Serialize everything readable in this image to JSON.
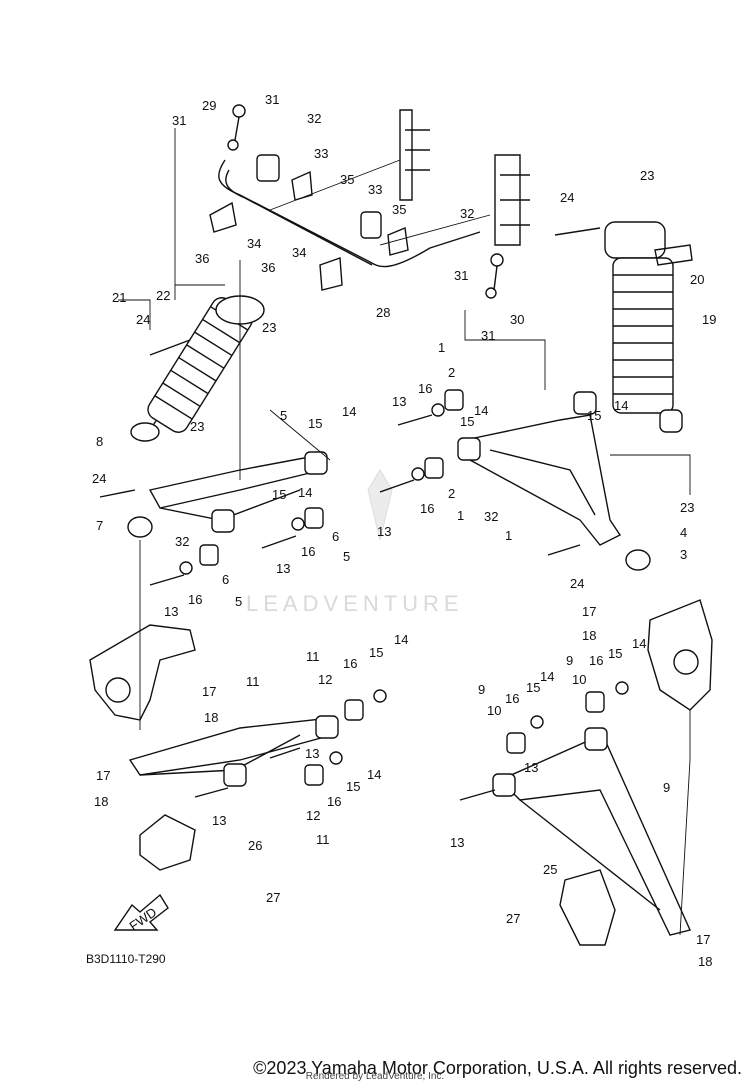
{
  "diagram_code": "B3D1110-T290",
  "copyright": "©2023 Yamaha Motor Corporation, U.S.A. All rights reserved.",
  "rendered_by": "Rendered by LeadVenture, Inc.",
  "watermark": "LEADVENTURE",
  "fwd_label": "FWD",
  "callouts": {
    "c1a": "1",
    "c1b": "1",
    "c1c": "1",
    "c2a": "2",
    "c2b": "2",
    "c3": "3",
    "c4": "4",
    "c5a": "5",
    "c5b": "5",
    "c5c": "5",
    "c6a": "6",
    "c6b": "6",
    "c7": "7",
    "c8": "8",
    "c9a": "9",
    "c9b": "9",
    "c9c": "9",
    "c10a": "10",
    "c10b": "10",
    "c11a": "11",
    "c11b": "11",
    "c11c": "11",
    "c12a": "12",
    "c12b": "12",
    "c13a": "13",
    "c13b": "13",
    "c13c": "13",
    "c13d": "13",
    "c13e": "13",
    "c13f": "13",
    "c13g": "13",
    "c13h": "13",
    "c14a": "14",
    "c14b": "14",
    "c14c": "14",
    "c14d": "14",
    "c14e": "14",
    "c14f": "14",
    "c14g": "14",
    "c14h": "14",
    "c15a": "15",
    "c15b": "15",
    "c15c": "15",
    "c15d": "15",
    "c15e": "15",
    "c15f": "15",
    "c15g": "15",
    "c15h": "15",
    "c16a": "16",
    "c16b": "16",
    "c16c": "16",
    "c16d": "16",
    "c16e": "16",
    "c16f": "16",
    "c16g": "16",
    "c16h": "16",
    "c17a": "17",
    "c17b": "17",
    "c17c": "17",
    "c17d": "17",
    "c18a": "18",
    "c18b": "18",
    "c18c": "18",
    "c18d": "18",
    "c19": "19",
    "c20": "20",
    "c21": "21",
    "c22": "22",
    "c23a": "23",
    "c23b": "23",
    "c23c": "23",
    "c23d": "23",
    "c24a": "24",
    "c24b": "24",
    "c24c": "24",
    "c24d": "24",
    "c25": "25",
    "c26": "26",
    "c27a": "27",
    "c27b": "27",
    "c28": "28",
    "c29": "29",
    "c30": "30",
    "c31a": "31",
    "c31b": "31",
    "c31c": "31",
    "c31d": "31",
    "c32a": "32",
    "c32b": "32",
    "c32c": "32",
    "c32d": "32",
    "c33a": "33",
    "c33b": "33",
    "c34a": "34",
    "c34b": "34",
    "c35a": "35",
    "c35b": "35",
    "c36a": "36",
    "c36b": "36"
  }
}
